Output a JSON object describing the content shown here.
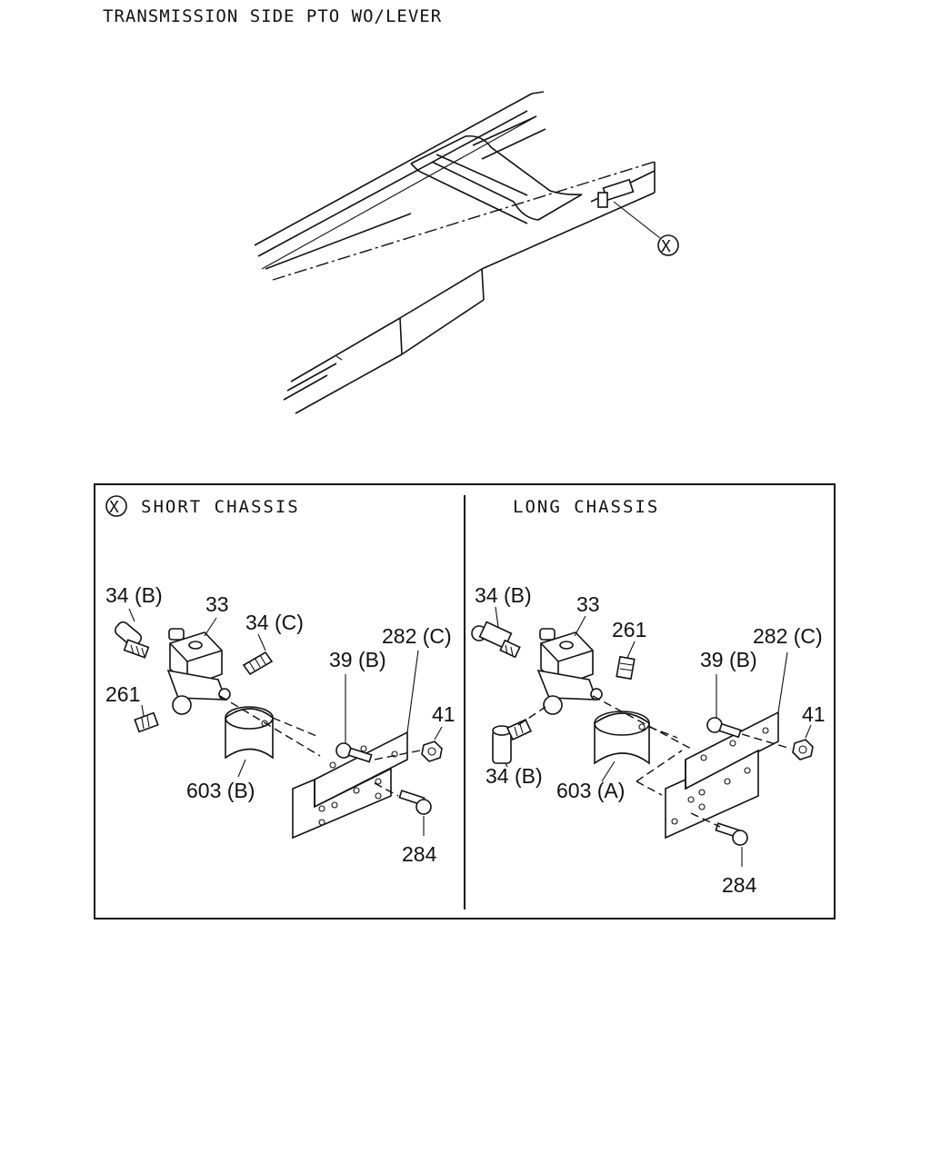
{
  "title": "TRANSMISSION SIDE PTO WO/LEVER",
  "callout_letter": "X",
  "panels": {
    "short": {
      "heading": "SHORT CHASSIS",
      "labels": {
        "p34b_top": "34 (B)",
        "p33": "33",
        "p34c": "34 (C)",
        "p261": "261",
        "p282c": "282 (C)",
        "p39b": "39 (B)",
        "p41": "41",
        "p603b": "603 (B)",
        "p284": "284"
      }
    },
    "long": {
      "heading": "LONG CHASSIS",
      "labels": {
        "p34b_top": "34 (B)",
        "p33": "33",
        "p261": "261",
        "p282c": "282 (C)",
        "p39b": "39 (B)",
        "p41": "41",
        "p34b_bottom": "34 (B)",
        "p603a": "603 (A)",
        "p284": "284"
      }
    }
  }
}
